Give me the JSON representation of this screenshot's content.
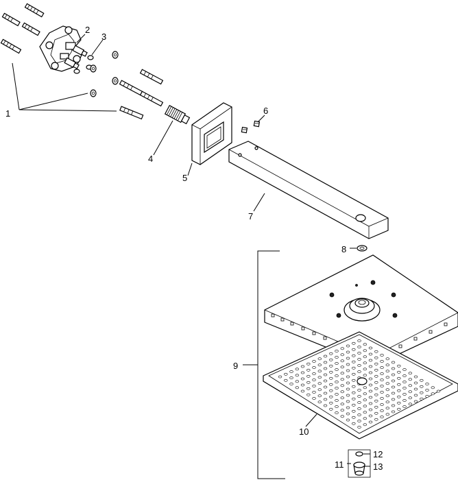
{
  "diagram": {
    "type": "exploded-parts-view",
    "labels": {
      "p1": "1",
      "p2": "2",
      "p3": "3",
      "p4": "4",
      "p5": "5",
      "p6": "6",
      "p7": "7",
      "p8": "8",
      "p9": "9",
      "p10": "10",
      "p11": "11",
      "p12": "12",
      "p13": "13"
    }
  }
}
